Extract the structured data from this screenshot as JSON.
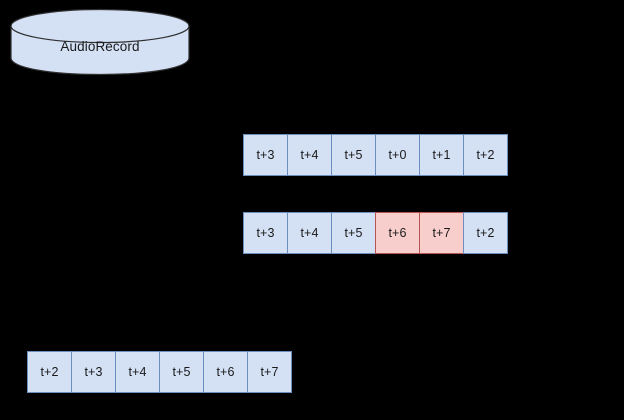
{
  "diagram": {
    "background_color": "#000000",
    "source": {
      "shape": "cylinder",
      "name": "datastore",
      "label": "AudioRecord",
      "fill_color": "#d4e1f5",
      "stroke_color": "#2f2f2f"
    },
    "colors": {
      "blue_fill": "#d4e1f5",
      "blue_stroke": "#6c8ebf",
      "pink_fill": "#f8cecc",
      "pink_stroke": "#b85450",
      "text": "#1a1a1a"
    },
    "rows": [
      {
        "name": "buffer-row-1",
        "cells": [
          {
            "label": "t+3",
            "color": "blue"
          },
          {
            "label": "t+4",
            "color": "blue"
          },
          {
            "label": "t+5",
            "color": "blue"
          },
          {
            "label": "t+0",
            "color": "blue"
          },
          {
            "label": "t+1",
            "color": "blue"
          },
          {
            "label": "t+2",
            "color": "blue"
          }
        ]
      },
      {
        "name": "buffer-row-2",
        "cells": [
          {
            "label": "t+3",
            "color": "blue"
          },
          {
            "label": "t+4",
            "color": "blue"
          },
          {
            "label": "t+5",
            "color": "blue"
          },
          {
            "label": "t+6",
            "color": "pink"
          },
          {
            "label": "t+7",
            "color": "pink"
          },
          {
            "label": "t+2",
            "color": "blue"
          }
        ]
      },
      {
        "name": "buffer-row-3",
        "cells": [
          {
            "label": "t+2",
            "color": "blue"
          },
          {
            "label": "t+3",
            "color": "blue"
          },
          {
            "label": "t+4",
            "color": "blue"
          },
          {
            "label": "t+5",
            "color": "blue"
          },
          {
            "label": "t+6",
            "color": "blue"
          },
          {
            "label": "t+7",
            "color": "blue"
          }
        ]
      }
    ]
  }
}
